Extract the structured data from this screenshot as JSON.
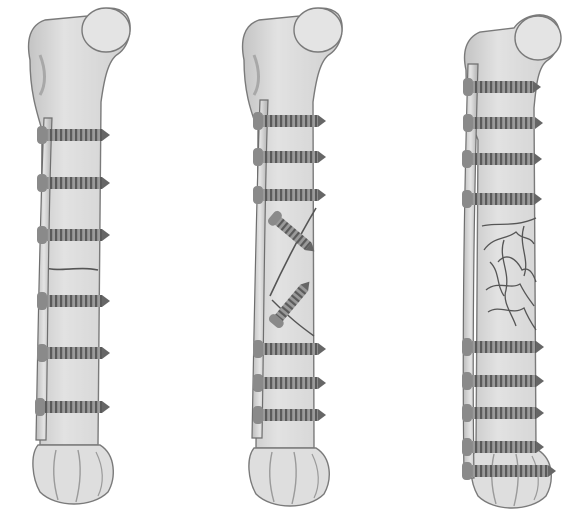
{
  "figure": {
    "kind": "illustration",
    "colors": {
      "bone_fill": "#dcdcdc",
      "bone_shade": "#b8b8b8",
      "bone_outline": "#7a7a7a",
      "plate_fill": "#d2d2d2",
      "screw_fill": "#8c8c8c",
      "screw_dark": "#555555",
      "fracture_line": "#555555",
      "background": "#ffffff"
    },
    "panels": [
      {
        "id": "panel-1",
        "fracture": "transverse",
        "icons": [
          "femur-bone-icon",
          "bone-plate-icon",
          "screw-icon"
        ],
        "screw_count": 6
      },
      {
        "id": "panel-2",
        "fracture": "oblique-with-lag-screws",
        "icons": [
          "femur-bone-icon",
          "bone-plate-icon",
          "screw-icon",
          "lag-screw-icon"
        ],
        "screw_count": 8
      },
      {
        "id": "panel-3",
        "fracture": "comminuted-bridging",
        "icons": [
          "femur-bone-icon",
          "bone-plate-icon",
          "screw-icon"
        ],
        "screw_count": 9
      }
    ]
  }
}
